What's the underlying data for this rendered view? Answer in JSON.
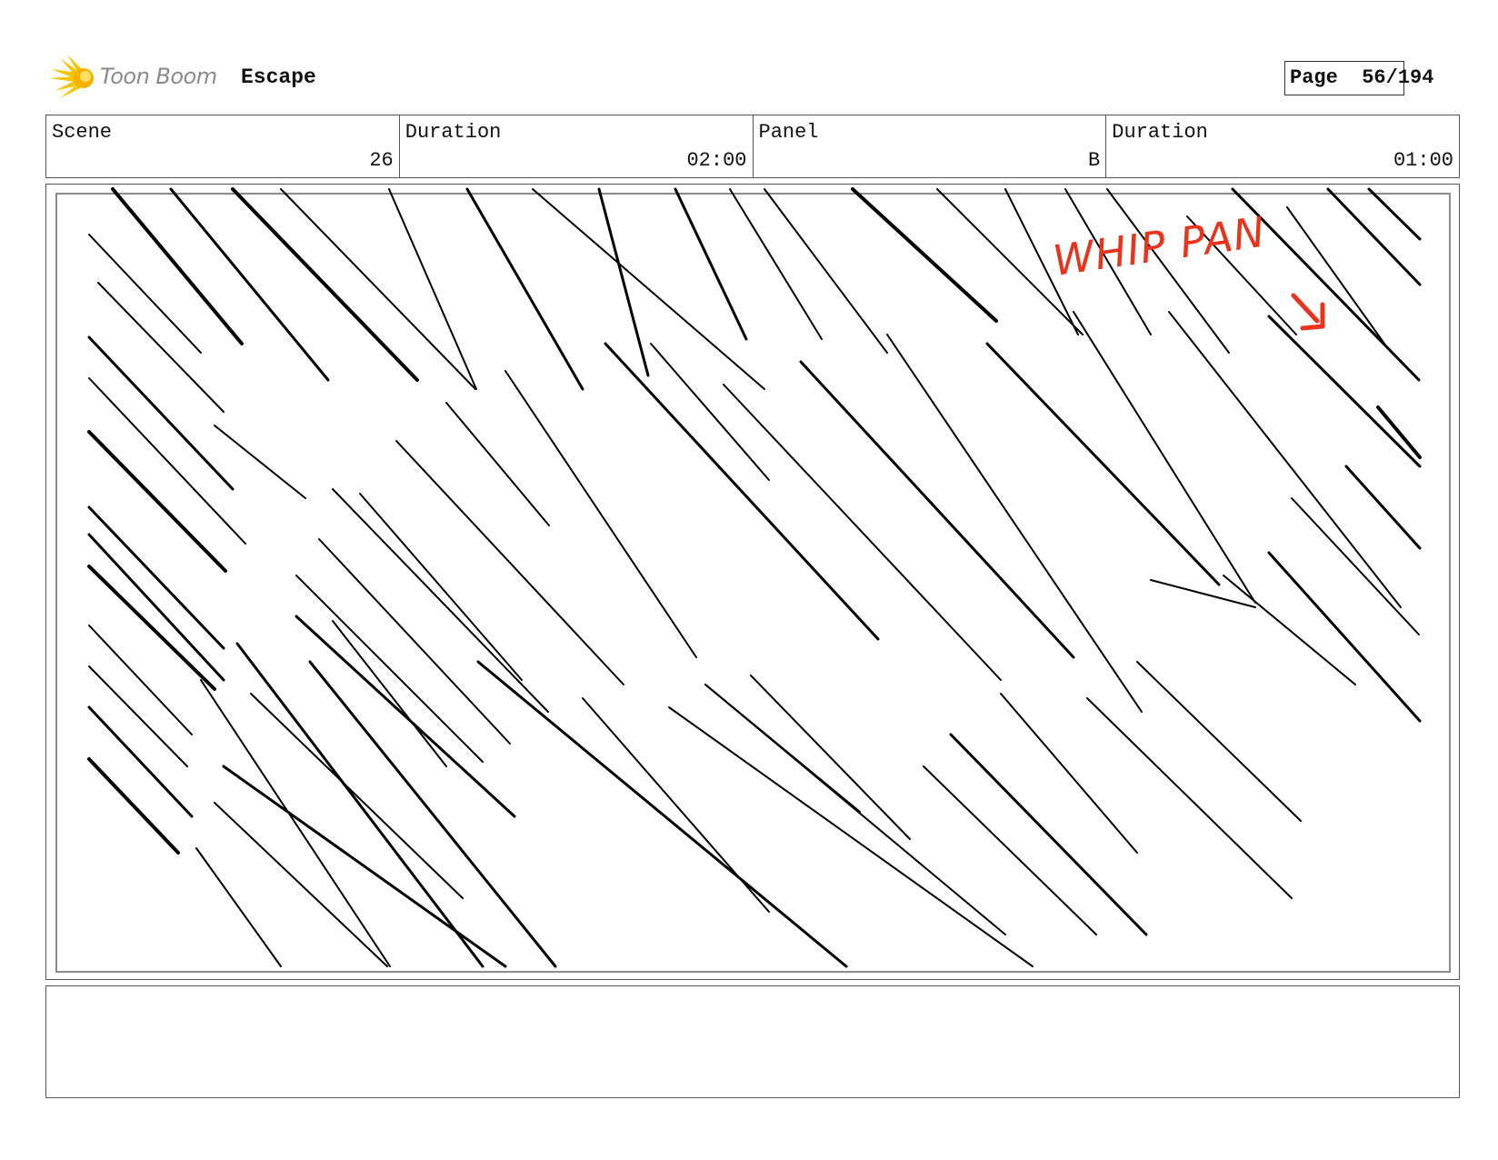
{
  "header": {
    "brand": "Toon Boom",
    "project": "Escape",
    "page_label": "Page",
    "page_value": "56/194"
  },
  "info": {
    "scene_label": "Scene",
    "scene_value": "26",
    "scene_duration_label": "Duration",
    "scene_duration_value": "02:00",
    "panel_label": "Panel",
    "panel_value": "B",
    "panel_duration_label": "Duration",
    "panel_duration_value": "01:00"
  },
  "panel": {
    "annotation": "WHIP PAN",
    "annotation_color": "#e8341c"
  },
  "colors": {
    "logo_yellow": "#f5c400",
    "brand_gray": "#8a8a8a"
  }
}
